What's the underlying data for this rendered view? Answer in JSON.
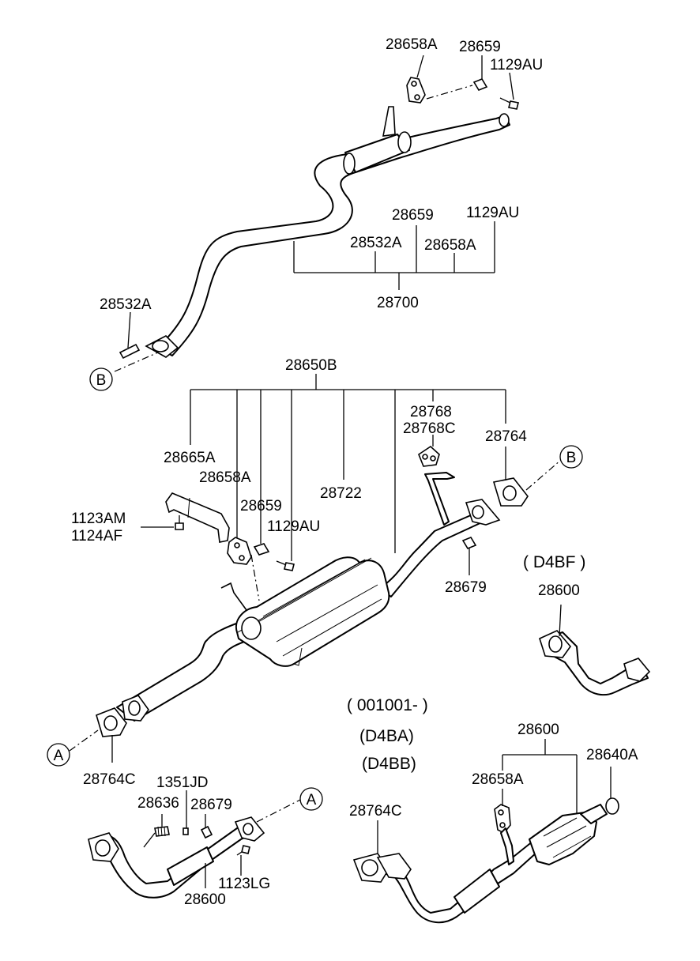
{
  "labels": {
    "top_28658A": "28658A",
    "top_28659": "28659",
    "top_1129AU": "1129AU",
    "tail_28659": "28659",
    "tail_1129AU": "1129AU",
    "tail_28532A": "28532A",
    "tail_28658A": "28658A",
    "tail_28700": "28700",
    "left_28532A": "28532A",
    "mid_28650B": "28650B",
    "mid_28768": "28768",
    "mid_28768C": "28768C",
    "mid_28665A": "28665A",
    "mid_28764": "28764",
    "mid_28658A": "28658A",
    "mid_28722": "28722",
    "mid_28659": "28659",
    "mid_1123AM": "1123AM",
    "mid_1124AF": "1124AF",
    "mid_1129AU": "1129AU",
    "mid_28679": "28679",
    "d4bf_variant": "( D4BF )",
    "d4bf_28600": "28600",
    "low_28764C": "28764C",
    "low_1351JD": "1351JD",
    "low_28636": "28636",
    "low_28679": "28679",
    "low_1123LG": "1123LG",
    "low_28600": "28600",
    "variant_date": "( 001001- )",
    "variant_d4ba": "(D4BA)",
    "variant_d4bb": "(D4BB)",
    "cat_28600": "28600",
    "cat_28640A": "28640A",
    "cat_28658A": "28658A",
    "cat_28764C": "28764C"
  },
  "callouts": {
    "b_top": "B",
    "b_mid": "B",
    "a_left": "A",
    "a_low": "A"
  }
}
